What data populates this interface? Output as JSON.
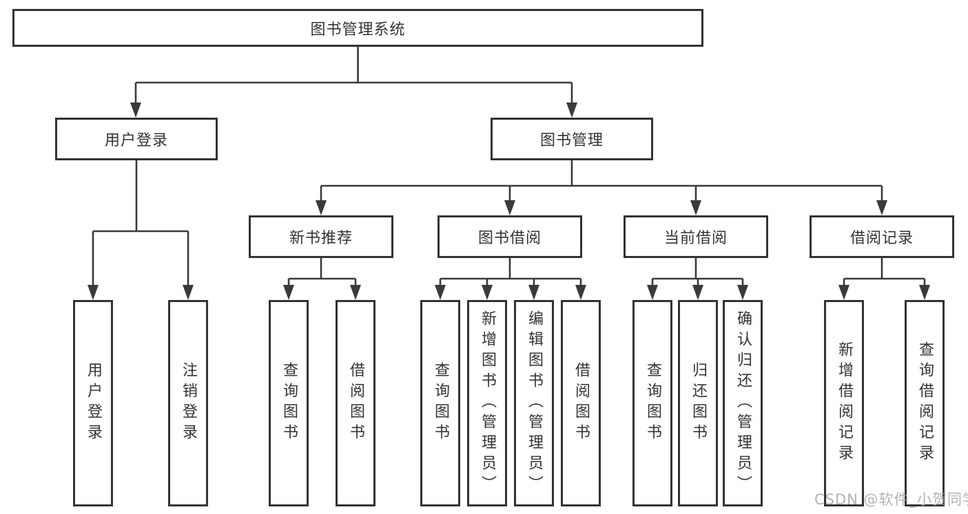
{
  "nodes": {
    "root": {
      "label": "图书管理系统"
    },
    "level2": [
      {
        "label": "用户登录",
        "children": [
          {
            "label": "用户登录"
          },
          {
            "label": "注销登录"
          }
        ]
      },
      {
        "label": "图书管理"
      }
    ],
    "level3": [
      {
        "label": "新书推荐",
        "children": [
          {
            "label": "查询图书"
          },
          {
            "label": "借阅图书"
          }
        ]
      },
      {
        "label": "图书借阅",
        "children": [
          {
            "label": "查询图书"
          },
          {
            "label": "新增图书（管理员）"
          },
          {
            "label": "编辑图书（管理员）"
          },
          {
            "label": "借阅图书"
          }
        ]
      },
      {
        "label": "当前借阅",
        "children": [
          {
            "label": "查询图书"
          },
          {
            "label": "归还图书"
          },
          {
            "label": "确认归还（管理员）"
          }
        ]
      },
      {
        "label": "借阅记录",
        "children": [
          {
            "label": "新增借阅记录"
          },
          {
            "label": "查询借阅记录"
          }
        ]
      }
    ]
  },
  "watermark": "CSDN @软件_小贺同学",
  "colors": {
    "border": "#333333",
    "line": "#3a3a3a",
    "text": "#333333",
    "background": "#ffffff",
    "watermark": "#a6a6a6"
  }
}
